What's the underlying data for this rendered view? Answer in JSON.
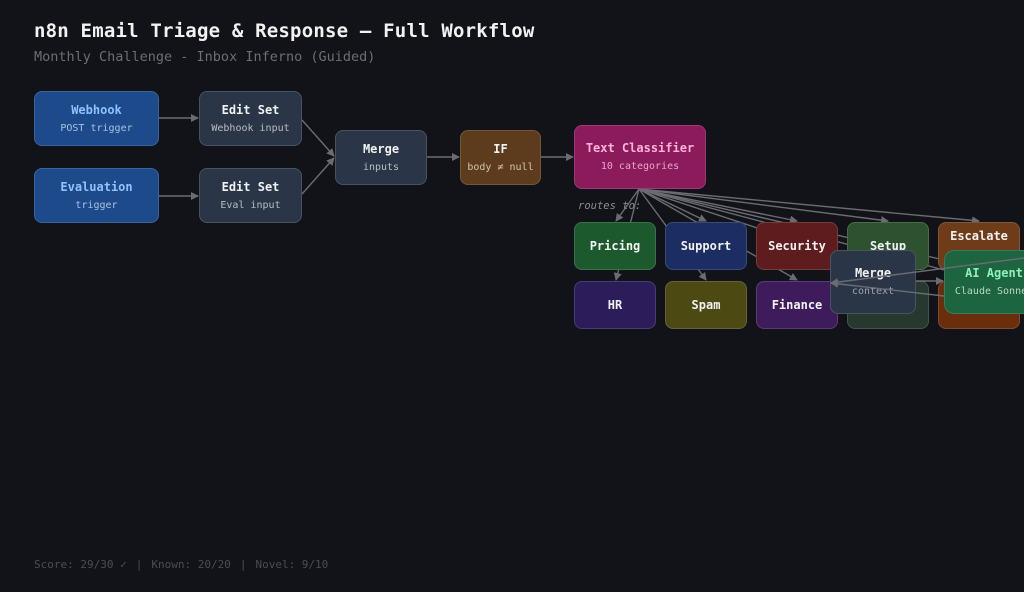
{
  "header": {
    "title": "n8n Email Triage & Response — Full Workflow",
    "subtitle": "Monthly Challenge - Inbox Inferno (Guided)"
  },
  "nodes": {
    "webhook": {
      "title": "Webhook",
      "subtitle": "POST trigger"
    },
    "evaluation": {
      "title": "Evaluation",
      "subtitle": "trigger"
    },
    "edit_set_webhook": {
      "title": "Edit Set",
      "subtitle": "Webhook input"
    },
    "edit_set_eval": {
      "title": "Edit Set",
      "subtitle": "Eval input"
    },
    "merge_inputs": {
      "title": "Merge",
      "subtitle": "inputs"
    },
    "if": {
      "title": "IF",
      "subtitle": "body ≠ null"
    },
    "classifier": {
      "title": "Text Classifier",
      "subtitle": "10 categories"
    },
    "merge_context": {
      "title": "Merge",
      "subtitle": "context"
    },
    "ai_agent": {
      "title": "AI Agent",
      "subtitle": "Claude Sonnet"
    }
  },
  "routes_label": "routes to:",
  "categories": [
    {
      "id": "pricing",
      "label": "Pricing",
      "color": "#1c5a2e"
    },
    {
      "id": "support",
      "label": "Support",
      "color": "#1c2d64"
    },
    {
      "id": "security",
      "label": "Security",
      "color": "#5e1c1e"
    },
    {
      "id": "setup",
      "label": "Setup",
      "color": "#2e5230"
    },
    {
      "id": "escalate",
      "label": "Escalate",
      "color": "#6e3c18"
    },
    {
      "id": "hr",
      "label": "HR",
      "color": "#2c1c5a"
    },
    {
      "id": "spam",
      "label": "Spam",
      "color": "#4c4a12"
    },
    {
      "id": "finance",
      "label": "Finance",
      "color": "#3e1c5c"
    }
  ],
  "edges": [
    [
      "webhook",
      "edit_set_webhook"
    ],
    [
      "evaluation",
      "edit_set_eval"
    ],
    [
      "edit_set_webhook",
      "merge_inputs"
    ],
    [
      "edit_set_eval",
      "merge_inputs"
    ],
    [
      "merge_inputs",
      "if"
    ],
    [
      "if",
      "classifier"
    ],
    [
      "classifier",
      "pricing"
    ],
    [
      "classifier",
      "support"
    ],
    [
      "classifier",
      "security"
    ],
    [
      "classifier",
      "setup"
    ],
    [
      "classifier",
      "escalate"
    ],
    [
      "classifier",
      "hr"
    ],
    [
      "classifier",
      "spam"
    ],
    [
      "classifier",
      "finance"
    ],
    [
      "merge_context",
      "ai_agent"
    ],
    [
      "ai_agent",
      "merge_context"
    ]
  ],
  "footer": {
    "score": "Score: 29/30 ✓",
    "known": "Known: 20/20",
    "novel": "Novel: 9/10",
    "separator": "|"
  },
  "colors": {
    "background": "#121318",
    "edge": "#6a6c72",
    "trigger": "#1c4a8a",
    "neutral_node": "#2a3647",
    "if_node": "#5c3c1c",
    "classifier": "#8c1b5c",
    "ai_agent": "#1d6440"
  }
}
